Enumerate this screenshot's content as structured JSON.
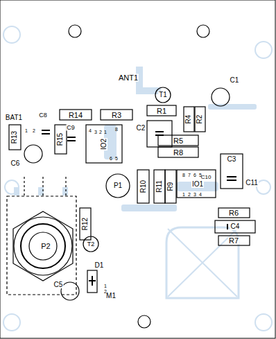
{
  "diagram": {
    "labels": [
      "ANT1",
      "T1",
      "C1",
      "R1",
      "R4",
      "R2",
      "C2",
      "BAT1",
      "C8",
      "R14",
      "R3",
      "R13",
      "1",
      "2",
      "R15",
      "C9",
      "IO2",
      "4",
      "3",
      "2",
      "1",
      "8",
      "5",
      "6",
      "C6",
      "R5",
      "R8",
      "C3",
      "C11",
      "P1",
      "R10",
      "R11",
      "R9",
      "IO1",
      "C10",
      "8",
      "7",
      "6",
      "5",
      "1",
      "2",
      "3",
      "4",
      "R6",
      "C4",
      "R7",
      "P2",
      "R12",
      "T2",
      "D1",
      "C5",
      "M1",
      "1",
      "2"
    ]
  }
}
